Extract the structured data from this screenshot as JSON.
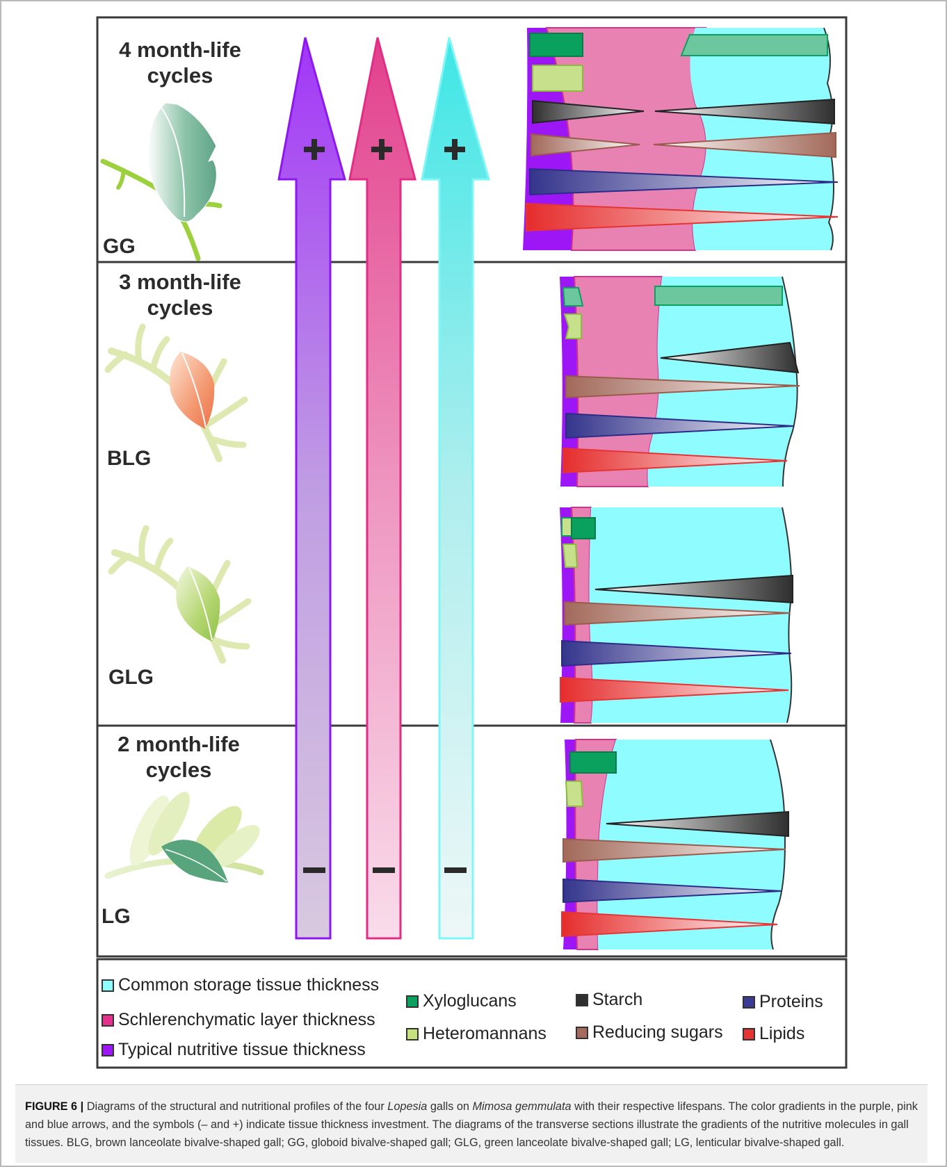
{
  "panels": [
    {
      "title": "4 month-life\ncycles",
      "code": "GG"
    },
    {
      "title": "3 month-life\ncycles",
      "codes": [
        "BLG",
        "GLG"
      ]
    },
    {
      "title": "2 month-life\ncycles",
      "code": "LG"
    }
  ],
  "arrows": {
    "plus_symbol": "+",
    "minus_symbol": "−"
  },
  "legend": {
    "tissues": [
      {
        "label": "Common storage tissue thickness",
        "color": "#8ffcff"
      },
      {
        "label": "Schlerenchymatic layer thickness",
        "color": "#e5318e"
      },
      {
        "label": "Typical nutritive tissue thickness",
        "color": "#9d16f5"
      }
    ],
    "molecules": [
      {
        "label": "Xyloglucans",
        "color": "#0aa05e"
      },
      {
        "label": "Heteromannans",
        "color": "#c6e27f"
      },
      {
        "label": "Starch",
        "color": "#2f2f2f"
      },
      {
        "label": "Reducing sugars",
        "color": "#a66a5e"
      },
      {
        "label": "Proteins",
        "color": "#3b3b96"
      },
      {
        "label": "Lipids",
        "color": "#e53434"
      }
    ]
  },
  "colors": {
    "purple": "#9d16f5",
    "pink": "#e23d8f",
    "cyan": "#8ffcff",
    "pink_tissue": "#e882b2",
    "xyloglucan_light": "#6cc79e",
    "heteromannan": "#c7e08c"
  },
  "caption": {
    "label": "FIGURE 6 |",
    "text_1": " Diagrams of the structural and nutritional profiles of the four ",
    "genus": "Lopesia",
    "text_2": " galls on ",
    "species": "Mimosa gemmulata",
    "text_3": " with their respective lifespans. The color gradients in the purple, pink and blue arrows, and the symbols (– and +) indicate tissue thickness investment. The diagrams of the transverse sections illustrate the gradients of the nutritive molecules in gall tissues. BLG, brown lanceolate bivalve-shaped gall; GG, globoid bivalve-shaped gall; GLG, green lanceolate bivalve-shaped gall; LG, lenticular bivalve-shaped gall."
  }
}
